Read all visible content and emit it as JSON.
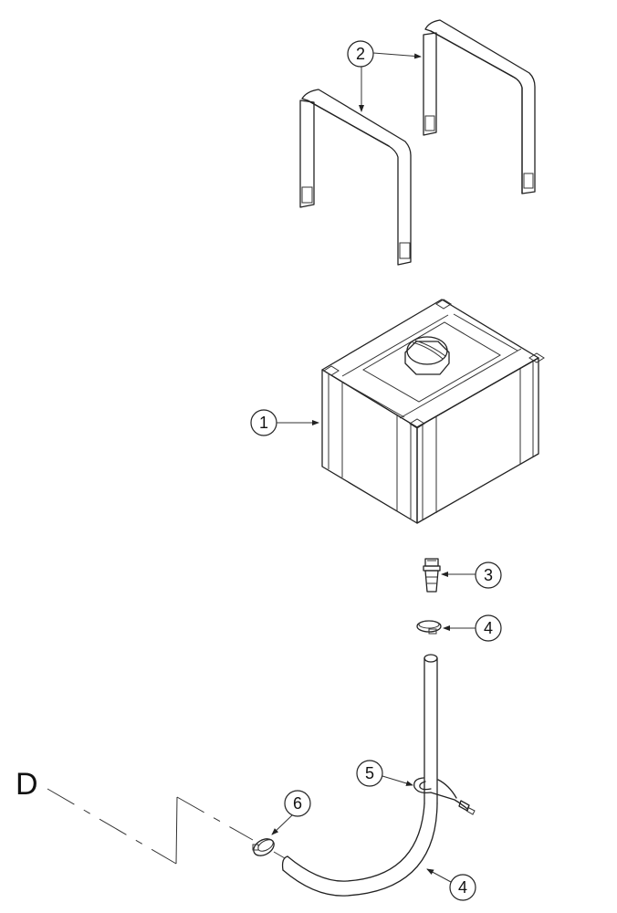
{
  "diagram": {
    "type": "exploded-parts-view",
    "connection_label": "D",
    "callouts": [
      {
        "id": "callout-1",
        "number": "1",
        "part": "tank"
      },
      {
        "id": "callout-2",
        "number": "2",
        "part": "strap"
      },
      {
        "id": "callout-3",
        "number": "3",
        "part": "fitting"
      },
      {
        "id": "callout-4a",
        "number": "4",
        "part": "hose-clamp"
      },
      {
        "id": "callout-4b",
        "number": "4",
        "part": "hose-clamp"
      },
      {
        "id": "callout-5",
        "number": "5",
        "part": "hose"
      },
      {
        "id": "callout-6",
        "number": "6",
        "part": "cable-tie"
      }
    ]
  }
}
